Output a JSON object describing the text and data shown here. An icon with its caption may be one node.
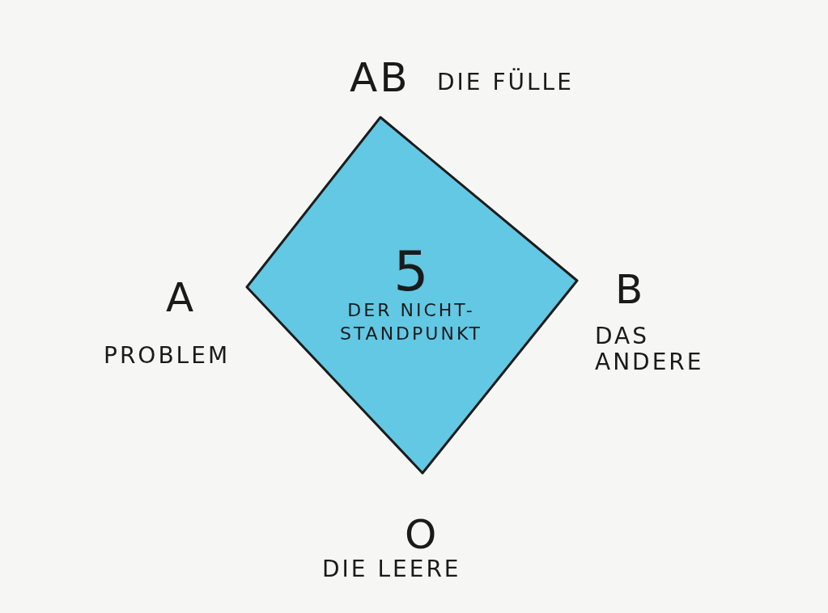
{
  "diagram": {
    "nodes": [
      {
        "text": [
          "5",
          "DER NICHT-STANDPUNKT"
        ]
      }
    ],
    "edges": [],
    "labels": [
      "AB",
      "DIE FÜLLE",
      "A",
      "PROBLEM",
      "B",
      "DAS ANDERE",
      "O",
      "DIE LEERE"
    ]
  }
}
